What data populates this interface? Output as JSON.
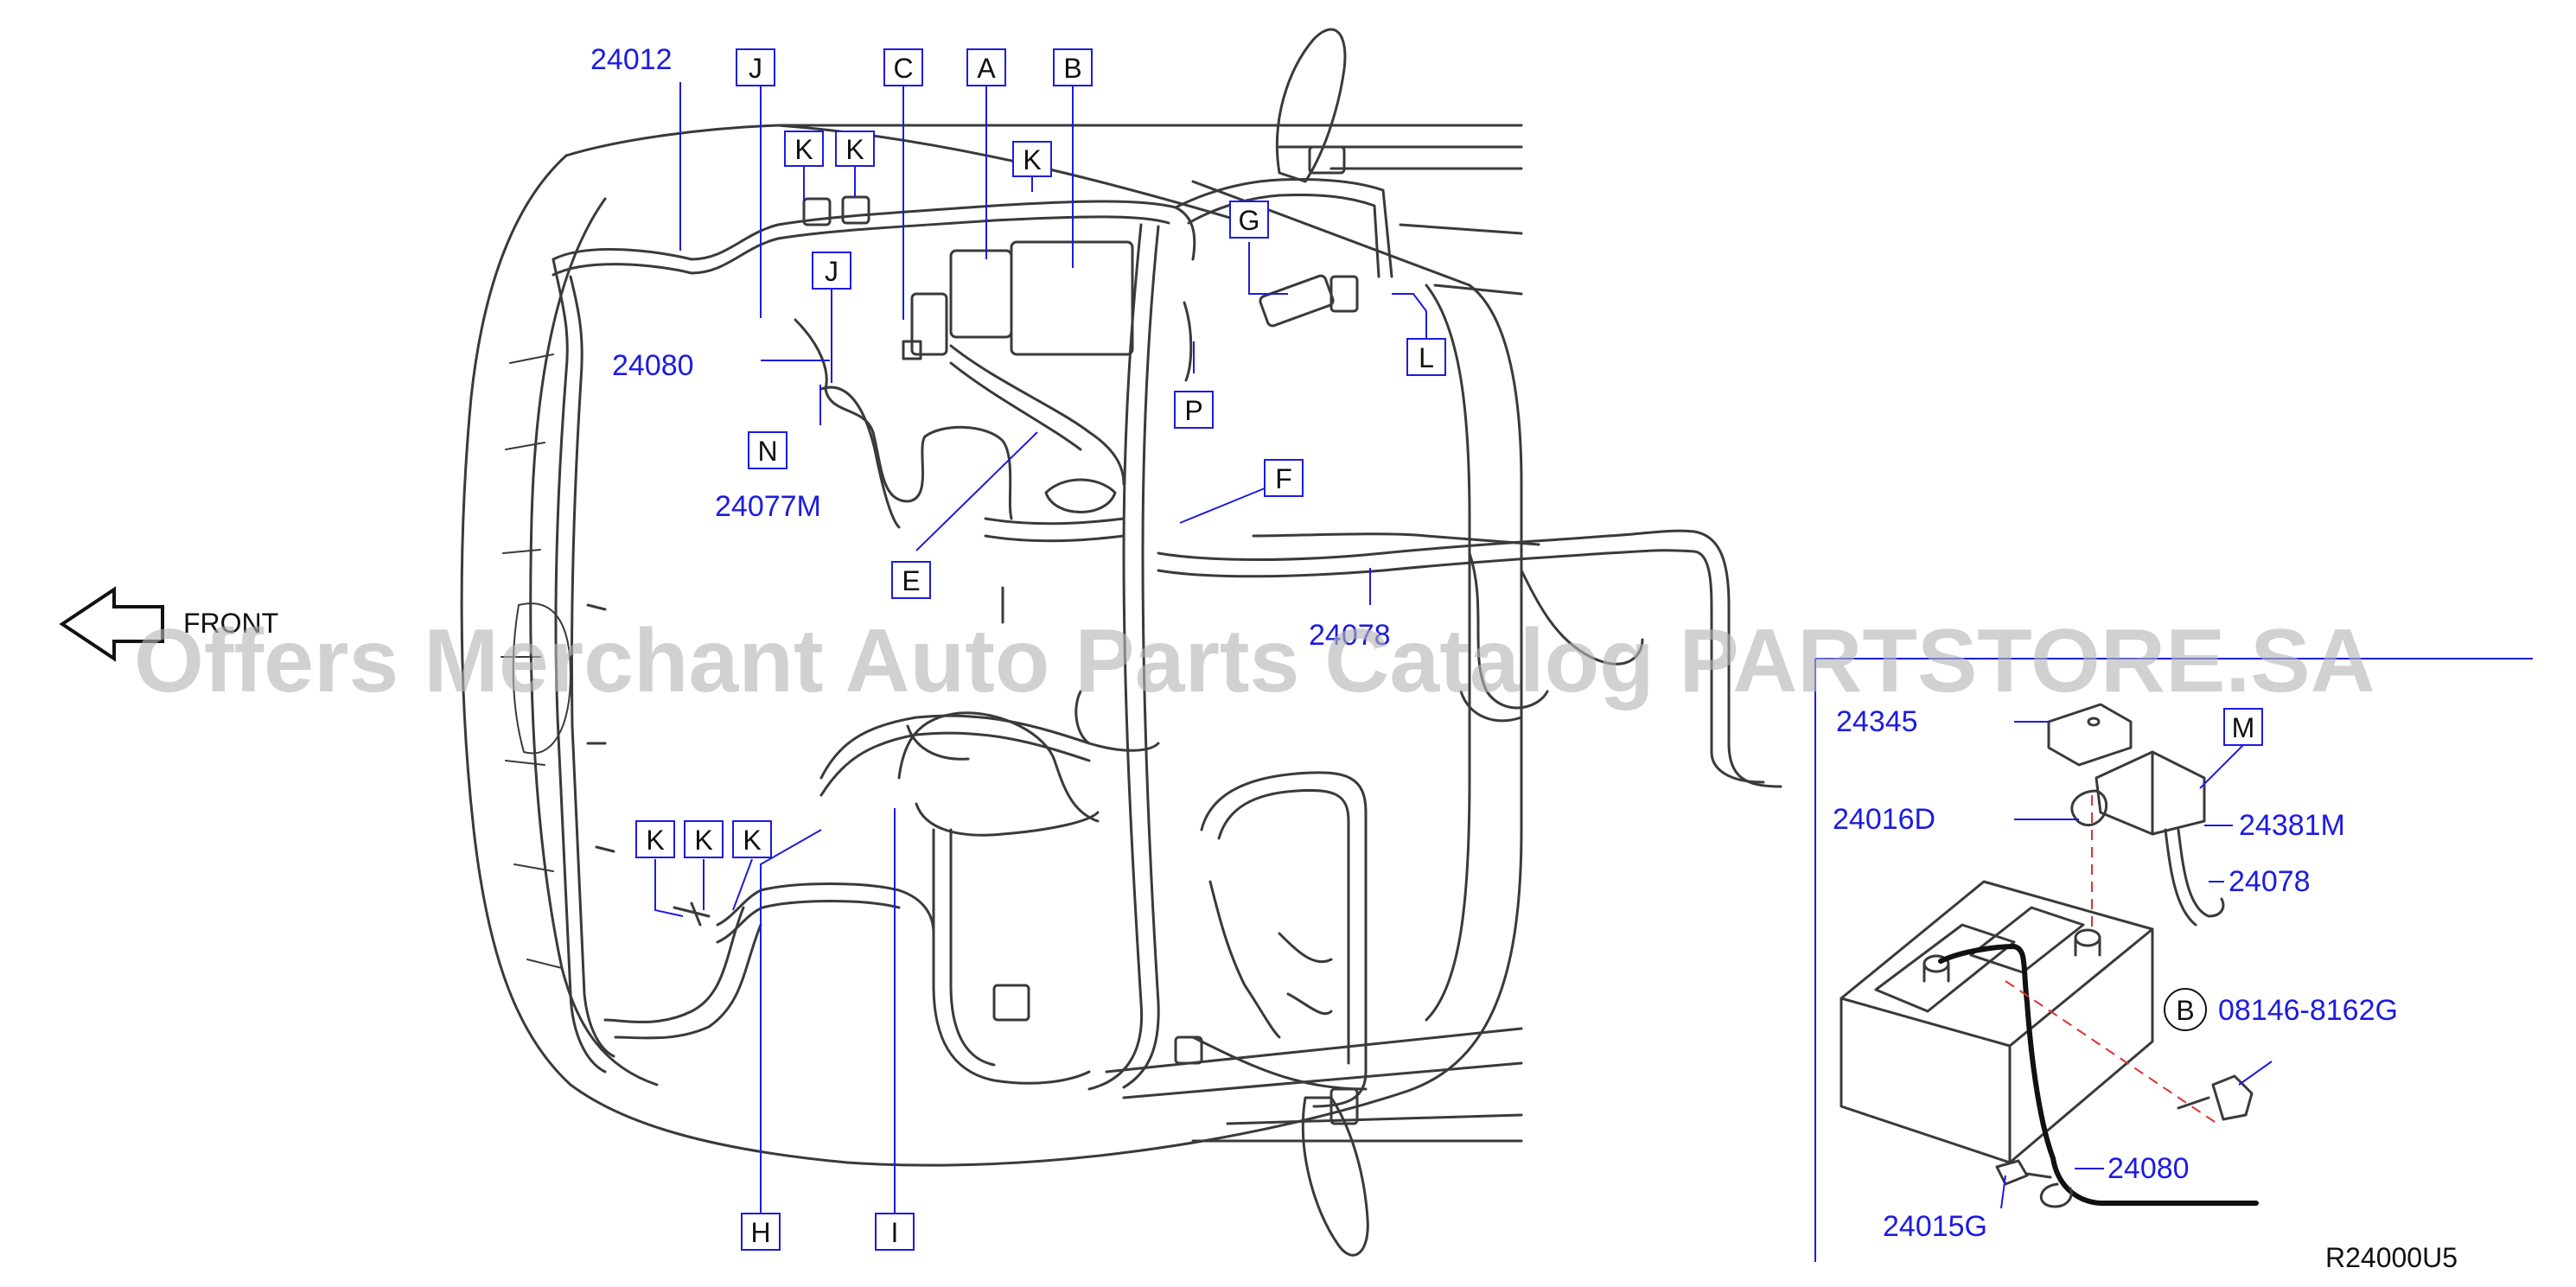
{
  "watermark": "Offers Merchant Auto Parts Catalog PARTSTORE.SA",
  "front_label": "FRONT",
  "diagram_code": "R24000U5",
  "part_numbers": {
    "p24012": "24012",
    "p24080_main": "24080",
    "p24077M": "24077M",
    "p24078_main": "24078",
    "p24345": "24345",
    "p24016D": "24016D",
    "p24381M": "24381M",
    "p24078_inset": "24078",
    "p08146": "08146-8162G",
    "p24080_inset": "24080",
    "p24015G": "24015G"
  },
  "callouts": {
    "A": "A",
    "B": "B",
    "C": "C",
    "E": "E",
    "F": "F",
    "G": "G",
    "H": "H",
    "I": "I",
    "J": "J",
    "K": "K",
    "L": "L",
    "M": "M",
    "N": "N",
    "P": "P",
    "B_circle": "B"
  },
  "colors": {
    "label_blue": "#1c1ce0",
    "line_dark": "#3a3a3a",
    "dash_red": "#e03030",
    "watermark_gray": "#b5b5b5"
  }
}
